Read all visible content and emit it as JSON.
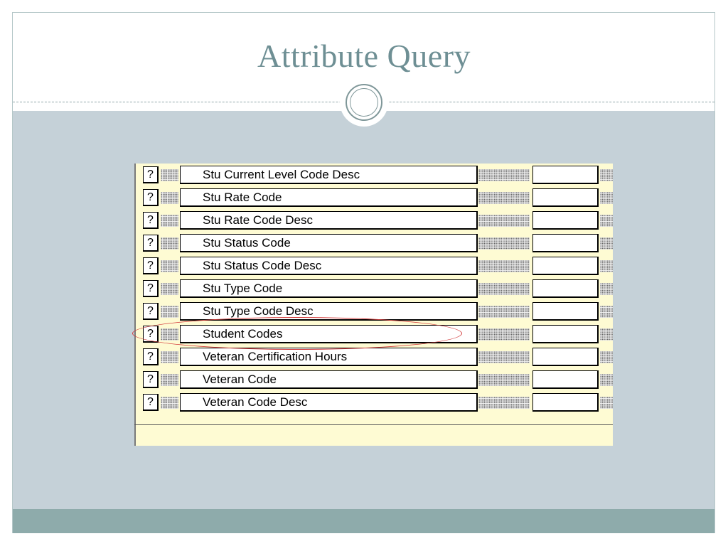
{
  "slide": {
    "title": "Attribute Query"
  },
  "query_panel": {
    "help_button_label": "?",
    "rows": [
      {
        "label": "Stu Current Level Code Desc",
        "value": ""
      },
      {
        "label": "Stu Rate Code",
        "value": ""
      },
      {
        "label": "Stu Rate Code Desc",
        "value": ""
      },
      {
        "label": "Stu Status Code",
        "value": ""
      },
      {
        "label": "Stu Status Code Desc",
        "value": ""
      },
      {
        "label": "Stu Type Code",
        "value": ""
      },
      {
        "label": "Stu Type Code Desc",
        "value": ""
      },
      {
        "label": "Student Codes",
        "value": ""
      },
      {
        "label": "Veteran Certification Hours",
        "value": ""
      },
      {
        "label": "Veteran Code",
        "value": ""
      },
      {
        "label": "Veteran Code Desc",
        "value": ""
      }
    ],
    "highlighted_row_index": 7
  },
  "colors": {
    "title_text": "#6e8f94",
    "content_background": "#c5d1d8",
    "footer_band": "#8eabab",
    "panel_background": "#fefbd3",
    "highlight": "#d23a3a"
  },
  "icons": {
    "divider_ornament": "double-circle-icon",
    "help_button": "question-mark-icon"
  }
}
